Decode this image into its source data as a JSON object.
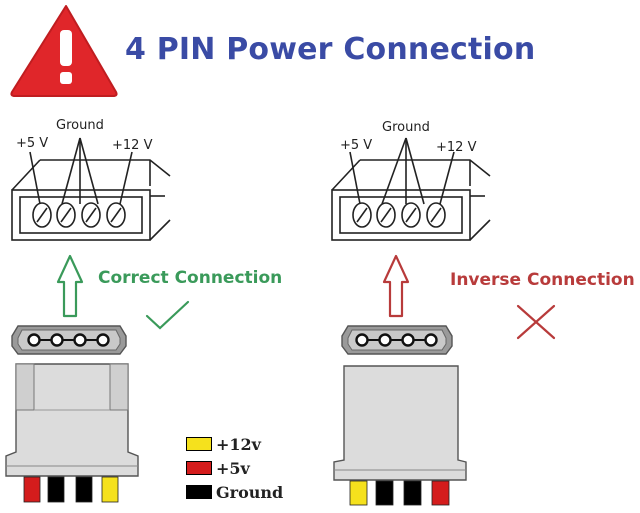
{
  "title": "4 PIN Power Connection",
  "warning_icon": "warning-exclamation-icon",
  "left_diagram": {
    "label_ground": "Ground",
    "label_5v": "+5 V",
    "label_12v": "+12 V",
    "status": "Correct Connection",
    "status_color": "#3a9a5a",
    "mark_icon": "checkmark-icon",
    "wire_order": [
      "#d41c1c",
      "#000000",
      "#000000",
      "#f5e11d"
    ]
  },
  "right_diagram": {
    "label_ground": "Ground",
    "label_5v": "+5 V",
    "label_12v": "+12 V",
    "status": "Inverse Connection",
    "status_color": "#b83b3b",
    "mark_icon": "cross-icon",
    "wire_order": [
      "#f5e11d",
      "#000000",
      "#000000",
      "#d41c1c"
    ]
  },
  "legend": [
    {
      "label": "+12v",
      "color": "#f5e11d"
    },
    {
      "label": "+5v",
      "color": "#d41c1c"
    },
    {
      "label": "Ground",
      "color": "#000000"
    }
  ]
}
